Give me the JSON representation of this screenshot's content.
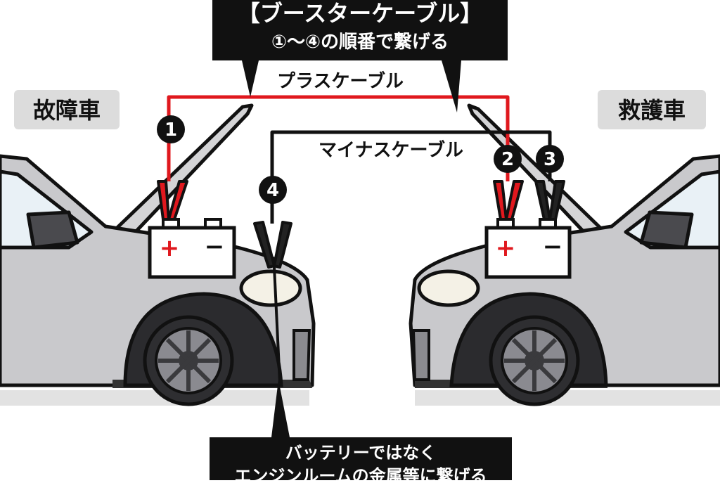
{
  "title_box": {
    "line1": "【ブースターケーブル】",
    "line2": "①〜④の順番で繋げる"
  },
  "labels": {
    "plus_cable": "プラスケーブル",
    "minus_cable": "マイナスケーブル",
    "broken_car": "故障車",
    "rescue_car": "救護車"
  },
  "steps": [
    "1",
    "2",
    "3",
    "4"
  ],
  "battery_symbols": {
    "plus": "+",
    "minus": "−"
  },
  "note_box": {
    "line1": "バッテリーではなく",
    "line2": "エンジンルームの金属等に繋げる"
  },
  "colors": {
    "plus_cable": "#e0181e",
    "minus_cable": "#111111",
    "car_body": "#c9c9cc",
    "tag_bg": "#dcdcdc",
    "callout_bg": "#111111"
  },
  "icons": {
    "left_car": "car-front-icon",
    "right_car": "car-front-icon",
    "battery": "car-battery-icon",
    "clamp": "jumper-clamp-icon"
  }
}
